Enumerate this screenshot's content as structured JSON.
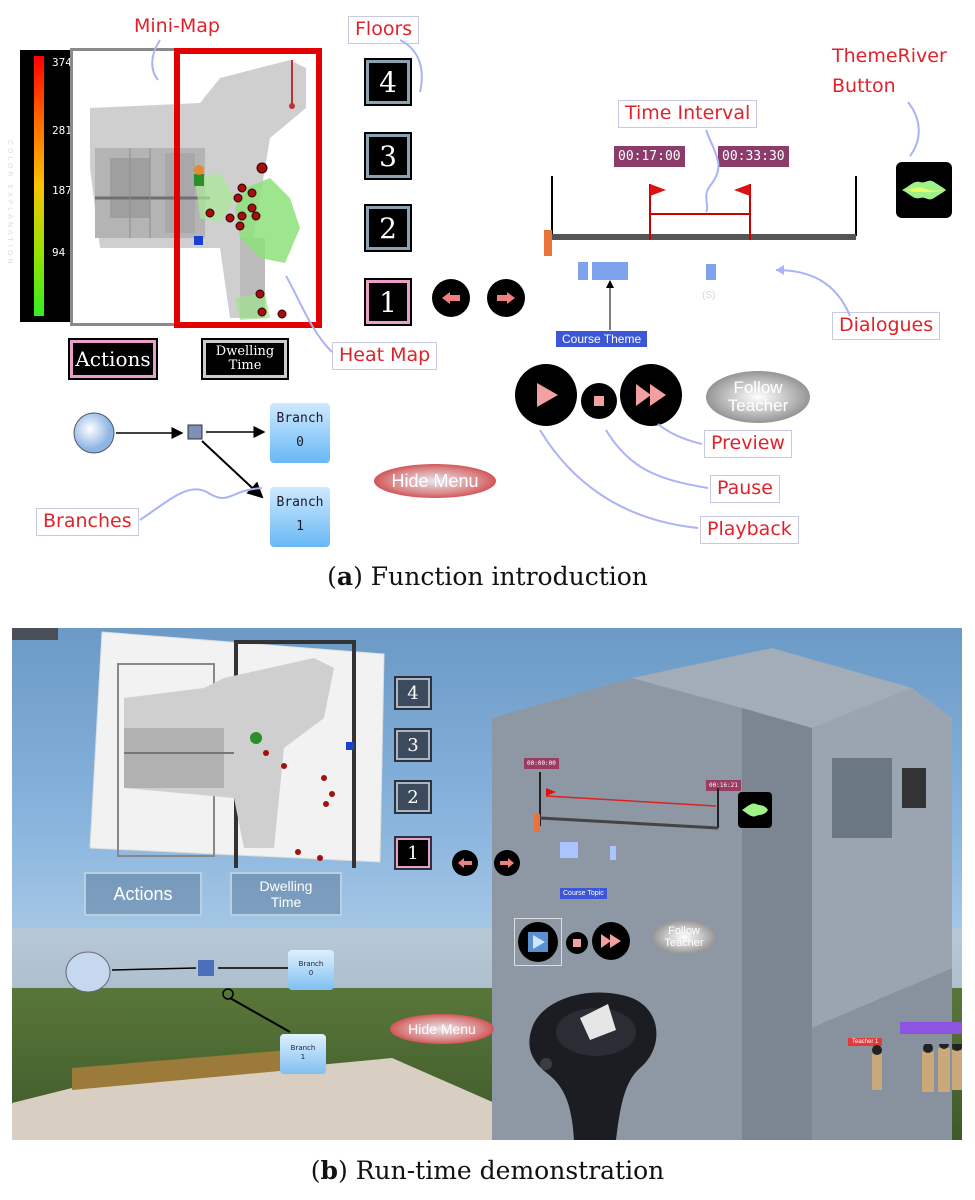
{
  "panel_a": {
    "callouts": {
      "minimap": "Mini-Map",
      "floors": "Floors",
      "themeriver_line1": "ThemeRiver",
      "themeriver_line2": "Button",
      "time_interval": "Time Interval",
      "dialogues": "Dialogues",
      "heatmap": "Heat Map",
      "branches": "Branches",
      "preview": "Preview",
      "pause": "Pause",
      "playback": "Playback"
    },
    "colorbar": {
      "ticks": [
        "374",
        "281",
        "187",
        "94"
      ],
      "text": "COLOR EXPLANATION"
    },
    "floors": [
      "4",
      "3",
      "2",
      "1"
    ],
    "active_floor": "1",
    "buttons": {
      "actions": "Actions",
      "dwelling_line1": "Dwelling",
      "dwelling_line2": "Time",
      "hide_menu": "Hide Menu",
      "follow_line1": "Follow",
      "follow_line2": "Teacher"
    },
    "branches": [
      {
        "label": "Branch",
        "index": "0"
      },
      {
        "label": "Branch",
        "index": "1"
      }
    ],
    "timeline": {
      "start": "00:17:00",
      "end": "00:33:30",
      "dialogue_mark": "(S)"
    },
    "course_theme": "Course Theme",
    "caption_tag": "a",
    "caption_text": "Function introduction"
  },
  "panel_b": {
    "floors": [
      "4",
      "3",
      "2",
      "1"
    ],
    "buttons": {
      "actions": "Actions",
      "dwelling_line1": "Dwelling",
      "dwelling_line2": "Time",
      "hide_menu": "Hide Menu",
      "follow_line1": "Follow",
      "follow_line2": "Teacher"
    },
    "branches": [
      {
        "label": "Branch",
        "index": "0"
      },
      {
        "label": "Branch",
        "index": "1"
      }
    ],
    "timeline": {
      "start": "00:00:00",
      "end": "00:16:21"
    },
    "course_topic": "Course Topic",
    "teacher_tag": "Teacher 1",
    "caption_tag": "b",
    "caption_text": "Run-time demonstration"
  },
  "colors": {
    "callout_red": "#e0232b",
    "heatmap_border": "#e20000",
    "time_box": "#8c3c6a",
    "course_theme_bg": "#3d56d6",
    "annotation_arrow": "#a9b3f5"
  }
}
